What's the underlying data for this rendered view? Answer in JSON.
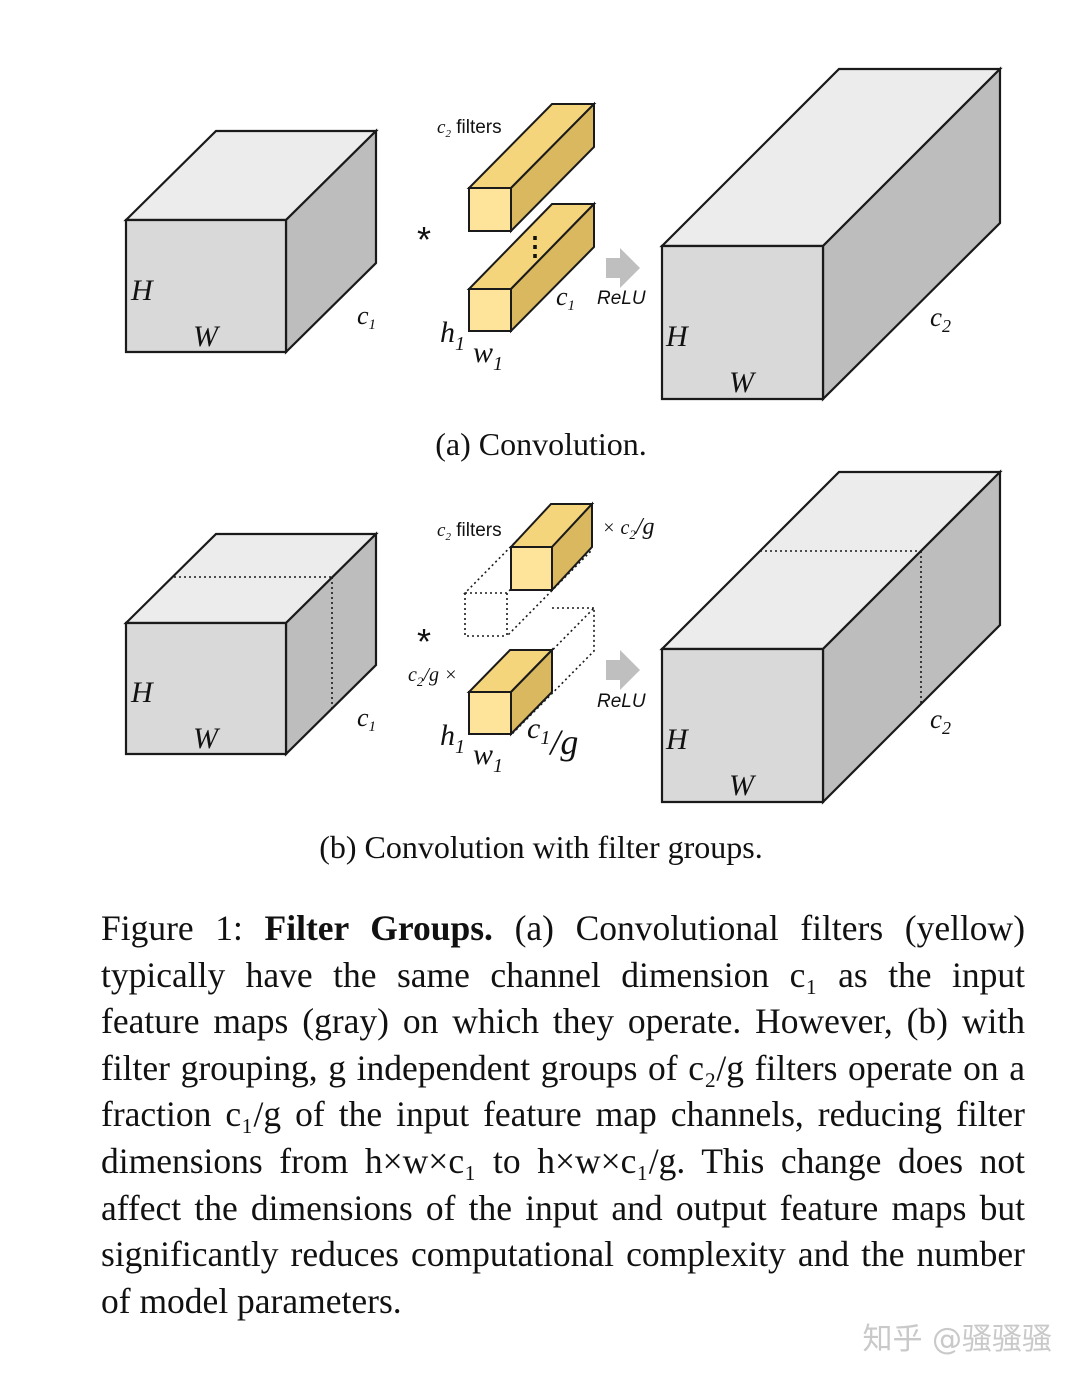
{
  "panel_a": {
    "input": {
      "h": "H",
      "w": "W",
      "c": "c",
      "c_sub": "1"
    },
    "filters": {
      "count_c": "c",
      "count_sub": "2",
      "count_text": " filters",
      "vdots": "⋮",
      "c": "c",
      "c_sub": "1",
      "h": "h",
      "h_sub": "1",
      "w": "w",
      "w_sub": "1"
    },
    "conv_symbol": "*",
    "activation": "ReLU",
    "output": {
      "h": "H",
      "w": "W",
      "c": "c",
      "c_sub": "2"
    },
    "caption": "(a) Convolution."
  },
  "panel_b": {
    "input": {
      "h": "H",
      "w": "W",
      "c": "c",
      "c_sub": "1"
    },
    "filters": {
      "count_c": "c",
      "count_sub": "2",
      "count_text": " filters",
      "times_label": "× c",
      "times_sub": "2",
      "times_div": "/g",
      "left_label": "c",
      "left_sub": "2",
      "left_div": "/g ×",
      "c": "c",
      "c_sub": "1",
      "c_div": "/g",
      "h": "h",
      "h_sub": "1",
      "w": "w",
      "w_sub": "1"
    },
    "conv_symbol": "*",
    "activation": "ReLU",
    "output": {
      "h": "H",
      "w": "W",
      "c": "c",
      "c_sub": "2"
    },
    "caption": "(b) Convolution with filter groups."
  },
  "figure_caption": {
    "label": "Figure 1:",
    "title": "Filter Groups.",
    "body": "(a) Convolutional filters (yellow) typically have the same channel dimension c₁ as the input feature maps (gray) on which they operate. However, (b) with filter grouping, g independent groups of c₂/g filters operate on a fraction c₁/g of the input feature map channels, reducing filter dimensions from h×w×c₁ to h×w×c₁/g. This change does not affect the dimensions of the input and output feature maps but significantly reduces computational complexity and the number of model parameters."
  },
  "watermark": "知乎 @骚骚骚",
  "colors": {
    "feature_map_gray": "#d9d9d9",
    "filter_yellow": "#fde49a",
    "arrow_gray": "#bfbfbf"
  }
}
